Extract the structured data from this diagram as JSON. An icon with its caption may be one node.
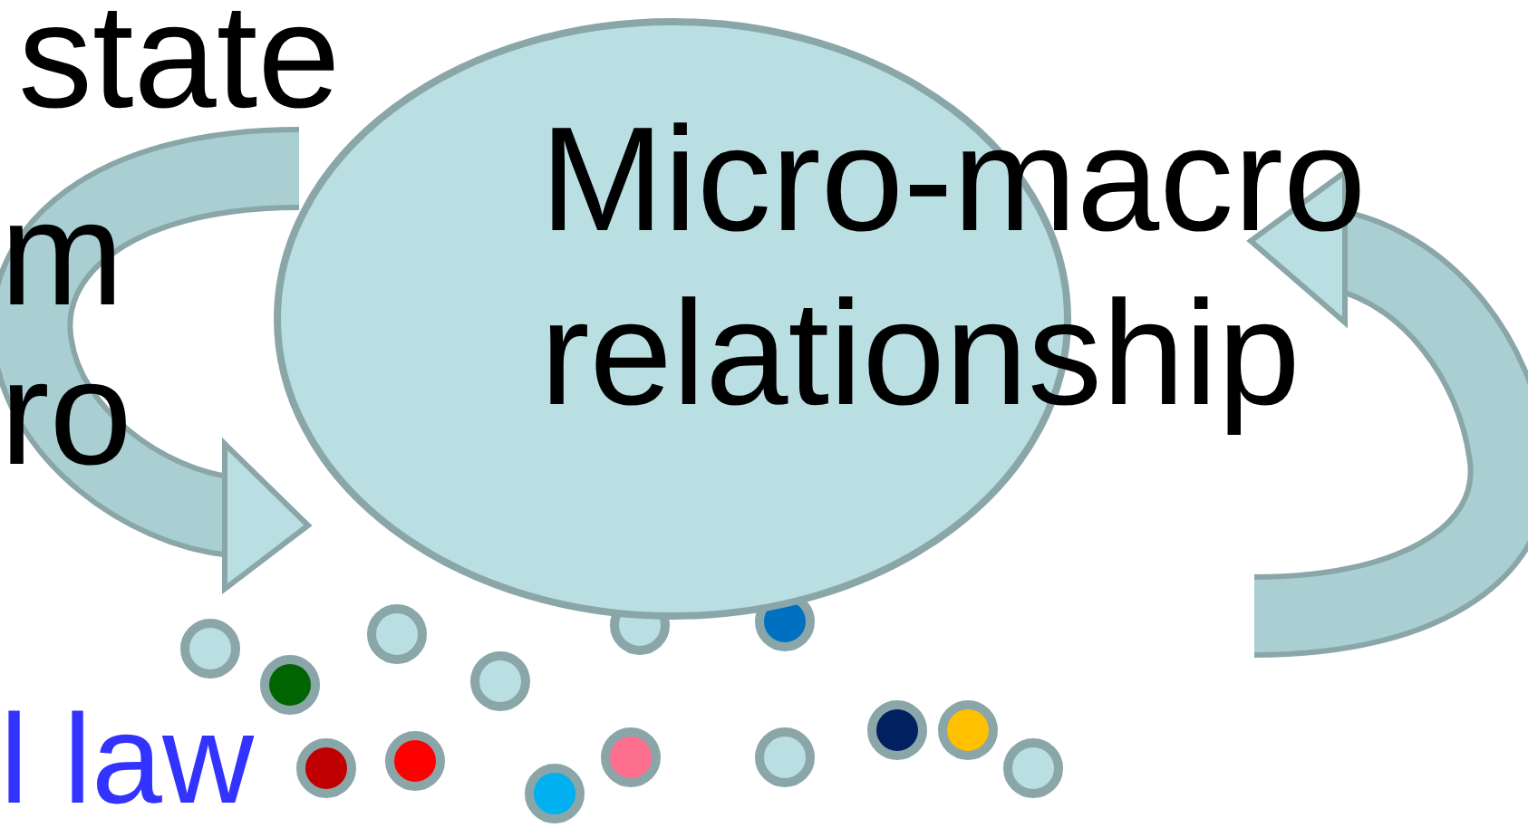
{
  "diagram": {
    "nodes": [
      {
        "text": [
          "Micro-macro relationship"
        ]
      }
    ],
    "labels": [
      "state",
      "m",
      "ro",
      "l law"
    ]
  }
}
